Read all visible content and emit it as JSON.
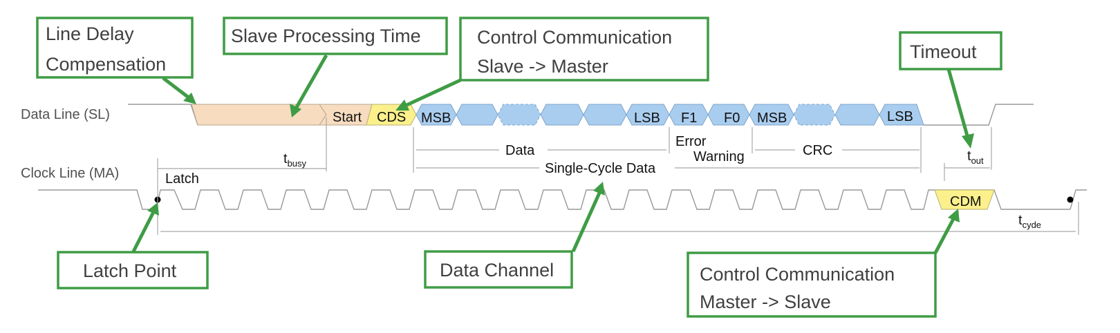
{
  "colors": {
    "callout_border": "#3f9c45",
    "arrow": "#3f9c45",
    "slave_processing_fill": "#f7dcc0",
    "start_fill": "#f7dcc0",
    "cds_fill": "#fbf08b",
    "data_fill": "#a9cdef",
    "cdm_fill": "#fbf08b",
    "signal_line": "#999999"
  },
  "signals": {
    "data_line": "Data Line (SL)",
    "clock_line": "Clock Line (MA)"
  },
  "callouts": {
    "line_delay": {
      "line1": "Line Delay",
      "line2": "Compensation"
    },
    "slave_processing": {
      "line1": "Slave Processing Time"
    },
    "control_slave_master": {
      "line1": "Control Communication",
      "line2": "Slave -> Master"
    },
    "timeout": {
      "line1": "Timeout"
    },
    "latch_point": {
      "line1": "Latch Point"
    },
    "data_channel": {
      "line1": "Data Channel"
    },
    "control_master_slave": {
      "line1": "Control Communication",
      "line2": "Master -> Slave"
    }
  },
  "segments": {
    "start": "Start",
    "cds": "CDS",
    "msb1": "MSB",
    "lsb1": "LSB",
    "f1": "F1",
    "f0": "F0",
    "msb2": "MSB",
    "lsb2": "LSB",
    "cdm": "CDM"
  },
  "labels": {
    "latch": "Latch",
    "t_busy_main": "t",
    "t_busy_sub": "busy",
    "t_out_main": "t",
    "t_out_sub": "out",
    "t_cycle_main": "t",
    "t_cycle_sub": "cyde",
    "data": "Data",
    "error": "Error",
    "warning": "Warning",
    "crc": "CRC",
    "single_cycle_data": "Single-Cycle Data"
  }
}
